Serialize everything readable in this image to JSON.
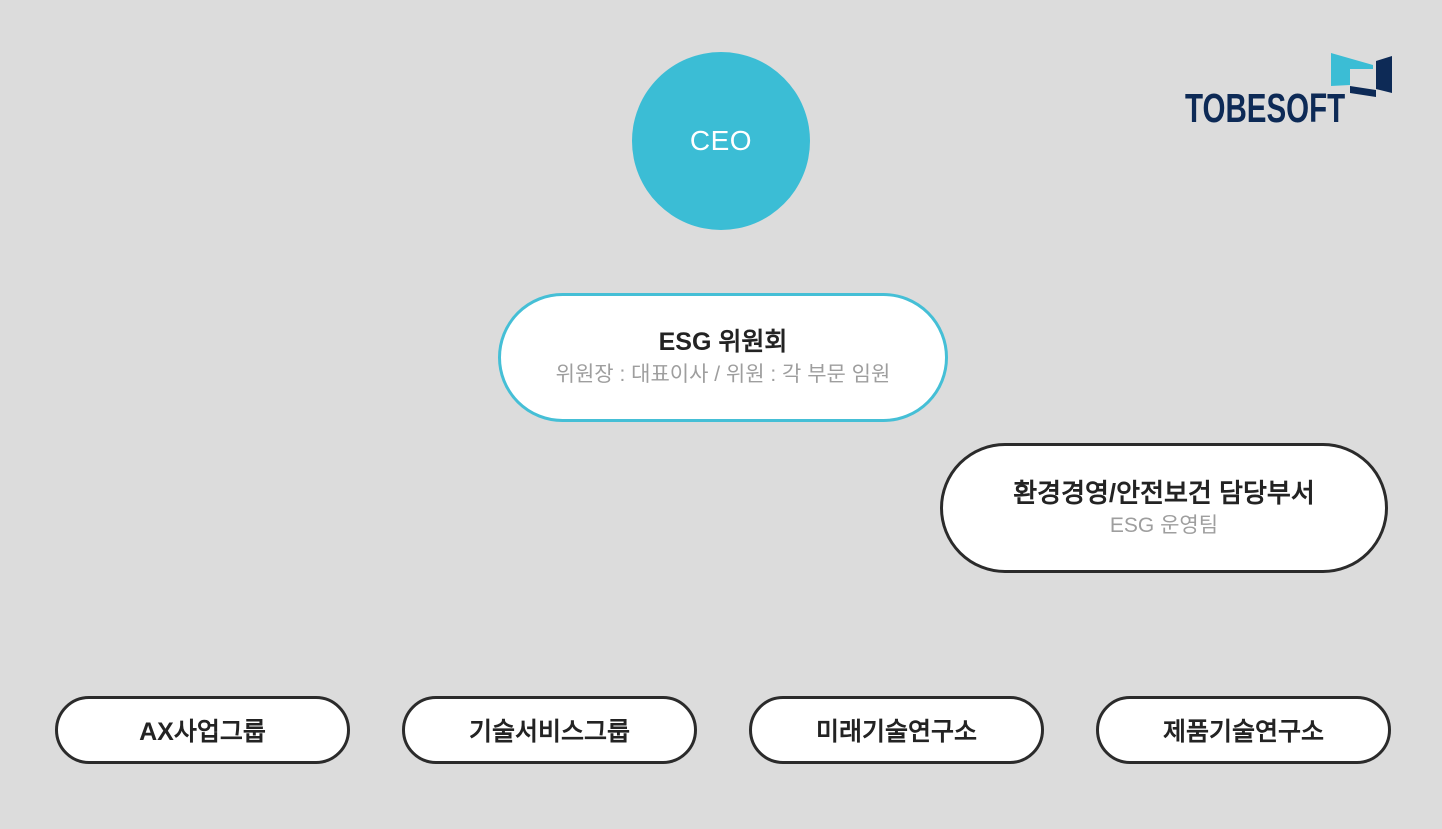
{
  "colors": {
    "background": "#dcdcdc",
    "accent_teal": "#3bbdd5",
    "teal_border": "#45bfd6",
    "dark_border": "#2b2b2b",
    "title_text": "#232323",
    "muted_text": "#9e9e9e",
    "node_background": "#ffffff",
    "brand_navy": "#0d2a56"
  },
  "brand": {
    "name": "TOBESOFT"
  },
  "org_chart": {
    "ceo": {
      "label": "CEO"
    },
    "esg_committee": {
      "title": "ESG 위원회",
      "subtitle": "위원장 : 대표이사 / 위원 : 각 부문 임원"
    },
    "department": {
      "title": "환경경영/안전보건 담당부서",
      "subtitle": "ESG 운영팀"
    },
    "groups": [
      {
        "label": "AX사업그룹"
      },
      {
        "label": "기술서비스그룹"
      },
      {
        "label": "미래기술연구소"
      },
      {
        "label": "제품기술연구소"
      }
    ]
  }
}
